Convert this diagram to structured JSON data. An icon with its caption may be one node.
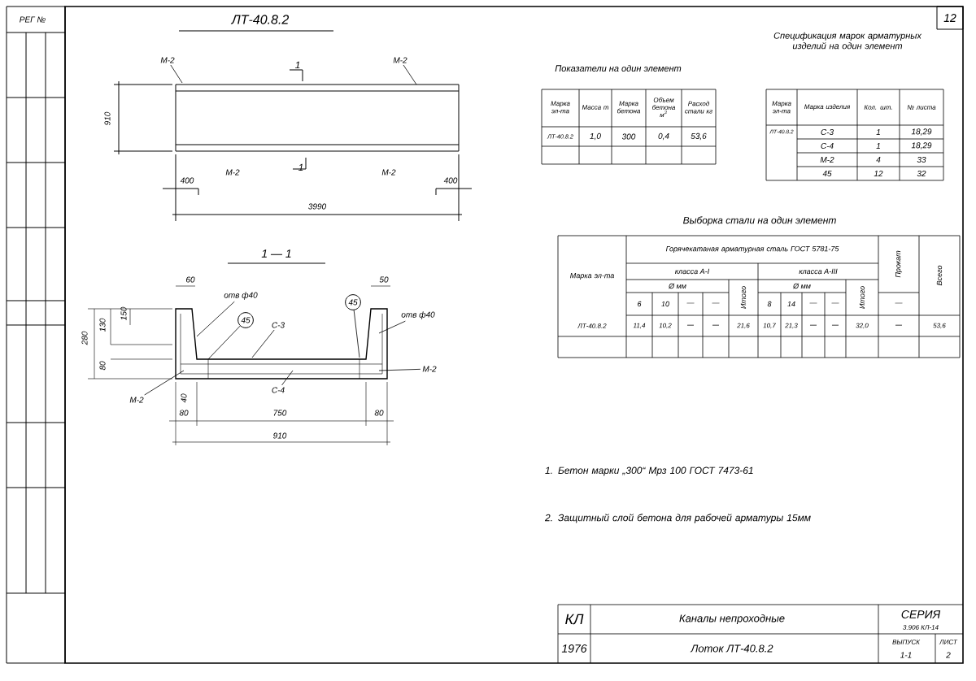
{
  "diagram": {
    "title": "ЛТ-40.8.2",
    "nodes": [
      {
        "text": [
          "М-2"
        ]
      },
      {
        "text": [
          "М-2"
        ]
      },
      {
        "text": [
          "отв ф40"
        ]
      },
      {
        "text": [
          "45"
        ]
      },
      {
        "text": [
          "С-3"
        ]
      },
      {
        "text": [
          "45"
        ]
      },
      {
        "text": [
          "отв ф40"
        ]
      },
      {
        "text": [
          "М-2"
        ]
      },
      {
        "text": [
          "М-2"
        ]
      },
      {
        "text": [
          "С-4"
        ]
      }
    ],
    "edges": [
      {
        "from": 0,
        "to": null,
        "arrow": "none"
      },
      {
        "from": 1,
        "to": null,
        "arrow": "none"
      },
      {
        "from": 2,
        "to": null,
        "arrow": "none"
      },
      {
        "from": 3,
        "to": null,
        "arrow": "none"
      },
      {
        "from": 4,
        "to": null,
        "arrow": "none"
      },
      {
        "from": 5,
        "to": null,
        "arrow": "none"
      },
      {
        "from": 6,
        "to": null,
        "arrow": "none"
      },
      {
        "from": 7,
        "to": null,
        "arrow": "none"
      },
      {
        "from": 8,
        "to": null,
        "arrow": "none"
      },
      {
        "from": 9,
        "to": null,
        "arrow": "none"
      }
    ],
    "labels": [
      "РЕГ №",
      "12",
      "1",
      "1",
      "910",
      "400",
      "400",
      "3990",
      "1 — 1",
      "60",
      "50",
      "280",
      "130",
      "150",
      "80",
      "40",
      "80",
      "750",
      "80",
      "910",
      "Показатели на один элемент",
      "Марка эл-та",
      "Масса т",
      "Марка бетона",
      "Объем бетона м$^{3}$",
      "Расход стали кг",
      "ЛТ-40.8.2",
      "1,0",
      "300",
      "0,4",
      "53,6",
      "Спецификация марок арматурных изделий на один элемент",
      "Марка эл-та",
      "Марка изделия",
      "Кол. шт.",
      "№ листа",
      "ЛТ-40.8.2",
      "С-3",
      "1",
      "18,29",
      "С-4",
      "1",
      "18,29",
      "М-2",
      "4",
      "33",
      "45",
      "12",
      "32",
      "Выборка стали на один элемент",
      "Марка эл-та",
      "Горячекатаная арматурная сталь ГОСТ 5781-75",
      "класса А-I",
      "класса А-III",
      "Ø мм",
      "6",
      "10",
      "—",
      "—",
      "Итого",
      "Ø мм",
      "8",
      "14",
      "—",
      "—",
      "Итого",
      "Прокат",
      "—",
      "Всего",
      "ЛТ-40.8.2",
      "11,4",
      "10,2",
      "—",
      "—",
      "21,6",
      "10,7",
      "21,3",
      "—",
      "—",
      "32,0",
      "—",
      "53,6",
      "1. Бетон марки „300“ Мрз 100 ГОСТ 7473-61",
      "2. Защитный слой бетона для рабочей арматуры 15мм",
      "КЛ",
      "1976",
      "Каналы непроходные",
      "Лоток ЛТ-40.8.2",
      "СЕРИЯ",
      "3.906 КЛ-14",
      "ВЫПУСК",
      "1-1",
      "ЛИСТ",
      "2",
      "М-2",
      "М-2"
    ]
  }
}
